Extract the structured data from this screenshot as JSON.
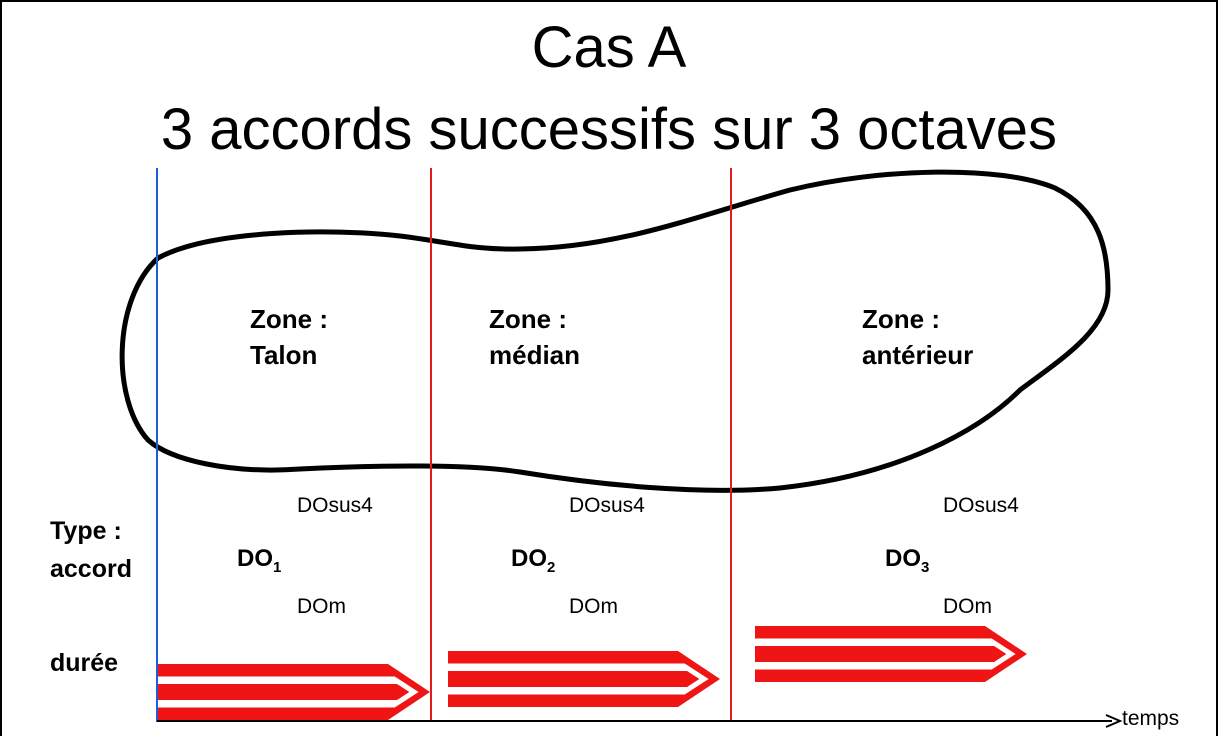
{
  "title": {
    "line1": "Cas A",
    "line2": "3 accords successifs sur  3 octaves"
  },
  "zones": [
    {
      "prefix": "Zone :",
      "name": "Talon",
      "chord_sus": "DOsus4",
      "chord_root": "DO",
      "chord_index": "1",
      "chord_minor": "DOm"
    },
    {
      "prefix": "Zone :",
      "name": "médian",
      "chord_sus": "DOsus4",
      "chord_root": "DO",
      "chord_index": "2",
      "chord_minor": "DOm"
    },
    {
      "prefix": "Zone :",
      "name": "antérieur",
      "chord_sus": "DOsus4",
      "chord_root": "DO",
      "chord_index": "3",
      "chord_minor": "DOm"
    }
  ],
  "row_labels": {
    "type_line1": "Type :",
    "type_line2": "accord",
    "duration": "durée"
  },
  "axis": {
    "x_label": "temps"
  },
  "colors": {
    "time_axis": "#000000",
    "start_line": "#1f5fd6",
    "zone_divider": "#e31b1b",
    "arrow": "#f01515",
    "outline": "#000000"
  }
}
